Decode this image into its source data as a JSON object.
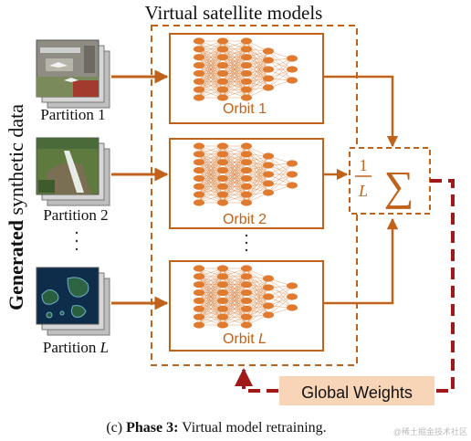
{
  "diagram": {
    "title": "Virtual satellite models",
    "side_label_bold": "Generated",
    "side_label_rest": " synthetic data",
    "partitions": [
      {
        "label": "Partition 1",
        "image": "airport-aerial-image"
      },
      {
        "label": "Partition 2",
        "image": "waterfall-aerial-image"
      },
      {
        "label_prefix": "Partition ",
        "label_var": "L",
        "image": "coastal-islands-aerial-image"
      }
    ],
    "vertical_dots": "·\n·\n·",
    "orbits": [
      {
        "label": "Orbit 1"
      },
      {
        "label": "Orbit 2"
      },
      {
        "label_prefix": "Orbit ",
        "label_var": "L"
      }
    ],
    "aggregator": {
      "numerator": "1",
      "denominator": "L",
      "symbol": "∑"
    },
    "global_weights": "Global Weights",
    "caption": {
      "prefix": "(c) ",
      "bold": "Phase 3:",
      "rest": " Virtual model retraining."
    },
    "watermark": "@稀土掘金技术社区",
    "colors": {
      "orange": "#C0621A",
      "dark_red": "#A01818",
      "label_fill": "#F9D5B7",
      "nn_node": "#E07A2E"
    }
  }
}
